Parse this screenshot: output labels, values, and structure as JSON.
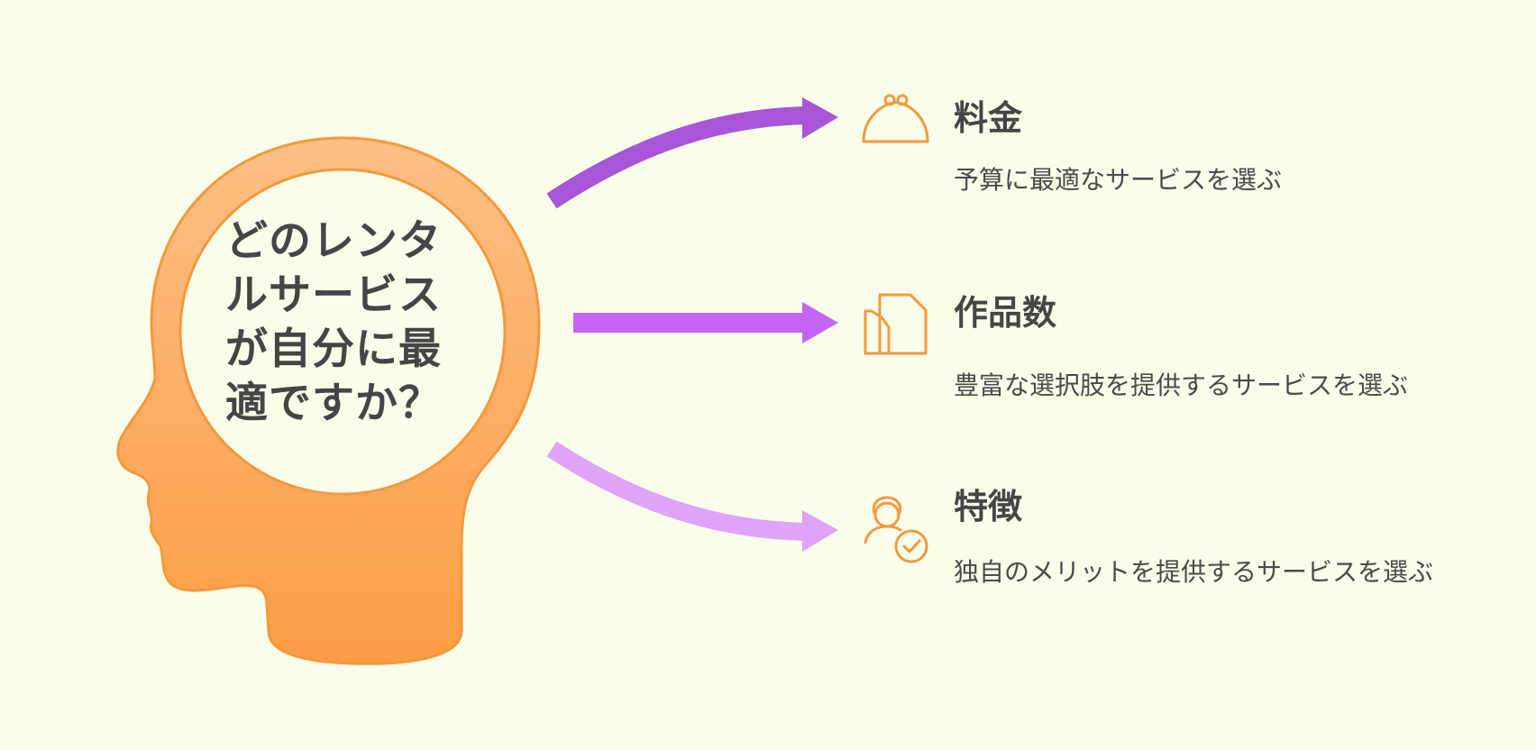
{
  "central_question": {
    "lines": [
      "どのレンタ",
      "ルサービス",
      "が自分に最",
      "適ですか？"
    ]
  },
  "items": [
    {
      "title": "料金",
      "description": "予算に最適なサービスを選ぶ",
      "icon": "coin-purse-icon",
      "arrow_color": "#a855d8"
    },
    {
      "title": "作品数",
      "description": "豊富な選択肢を提供するサービスを選ぶ",
      "icon": "documents-icon",
      "arrow_color": "#c566f2"
    },
    {
      "title": "特徴",
      "description": "独自のメリットを提供するサービスを選ぶ",
      "icon": "user-check-icon",
      "arrow_color": "#dfa3fa"
    }
  ],
  "colors": {
    "background": "#fbfdeb",
    "head_fill_top": "#fdbf84",
    "head_fill_bottom": "#fb9d45",
    "head_stroke": "#f5983d",
    "icon": "#f39a3c",
    "text": "#454545"
  }
}
